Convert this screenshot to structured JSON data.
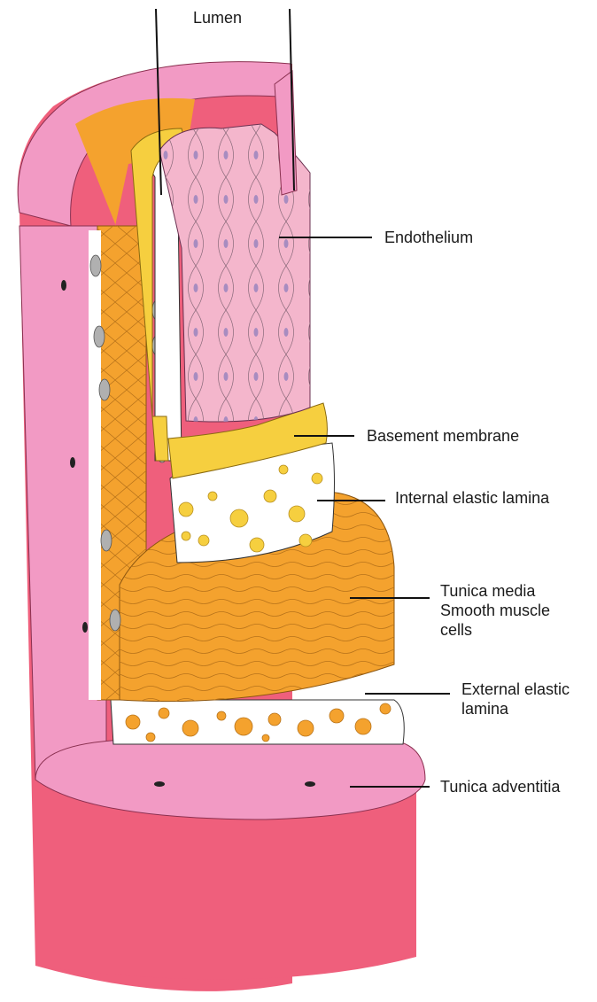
{
  "labels": {
    "lumen": "Lumen",
    "endothelium": "Endothelium",
    "basement_membrane": "Basement membrane",
    "internal_elastic_lamina": "Internal elastic lamina",
    "tunica_media_line1": "Tunica media",
    "tunica_media_line2": "Smooth muscle",
    "tunica_media_line3": "cells",
    "external_elastic_lamina_line1": "External elastic",
    "external_elastic_lamina_line2": "lamina",
    "tunica_adventitia": "Tunica adventitia"
  },
  "colors": {
    "adventitia_outer": "#ef5f7c",
    "adventitia_pink": "#f29ac4",
    "media_orange": "#f4a22e",
    "elastic_yellow": "#f6cf3f",
    "endothelium_pink": "#f4b6cc",
    "nucleus_purple": "#a88cc0",
    "lamina_white": "#ffffff",
    "leader_line": "#111111"
  }
}
